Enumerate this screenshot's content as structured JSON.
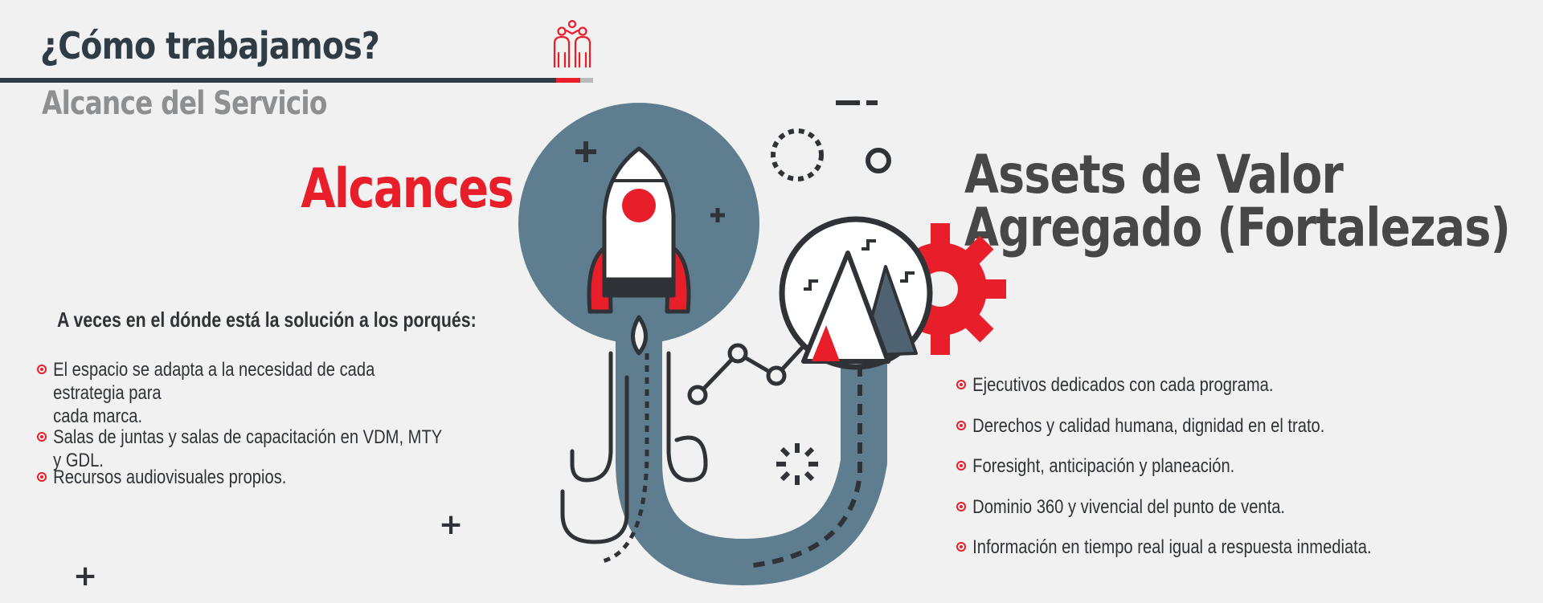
{
  "header": {
    "title": "¿Cómo trabajamos?",
    "subtitle": "Alcance del Servicio",
    "icon": "team-icon"
  },
  "left": {
    "heading": "Alcances",
    "lead": "A veces en el dónde está la solución a los porqués:",
    "items": [
      {
        "lines": [
          "El espacio se adapta a la necesidad de cada estrategia para",
          "cada marca."
        ]
      },
      {
        "lines": [
          "Salas de juntas y salas de capacitación en VDM, MTY y GDL."
        ]
      },
      {
        "lines": [
          "Recursos audiovisuales propios."
        ]
      }
    ]
  },
  "right": {
    "heading_lines": [
      "Assets de Valor",
      "Agregado (Fortalezas)"
    ],
    "items": [
      "Ejecutivos dedicados con cada programa.",
      "Derechos y calidad humana, dignidad en el trato.",
      "Foresight, anticipación y planeación.",
      "Dominio 360 y vivencial del punto de venta.",
      "Información en tiempo real igual a respuesta inmediata."
    ]
  },
  "decor": {
    "plus_glyph": "+",
    "icons": [
      "rocket-icon",
      "mountain-icon",
      "gear-icon",
      "hook-icon",
      "chart-line-icon",
      "sun-burst-icon"
    ]
  },
  "colors": {
    "red": "#e81e2a",
    "dark": "#2f3c46",
    "slate": "#5e7d8f",
    "grey_text": "#8d8f91",
    "background": "#f2f1f1"
  }
}
